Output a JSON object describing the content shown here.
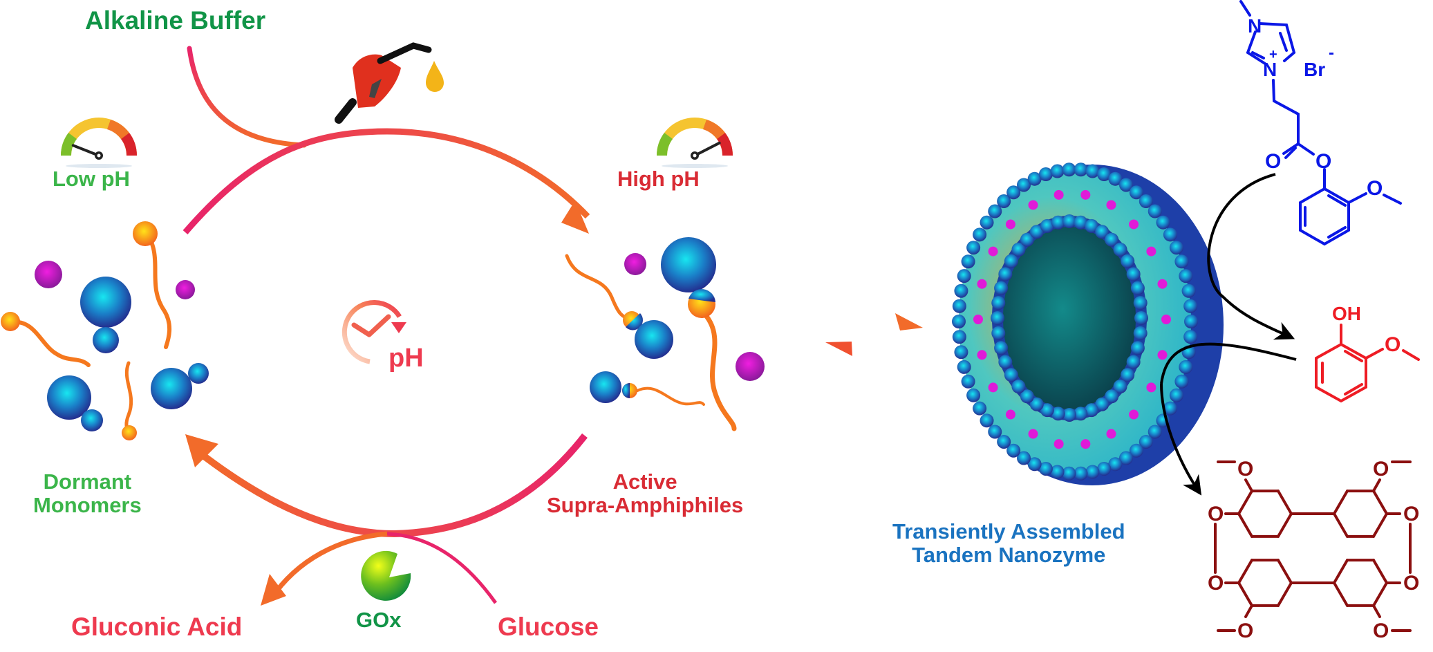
{
  "labels": {
    "alkaline_buffer": "Alkaline Buffer",
    "low_ph": "Low pH",
    "high_ph": "High pH",
    "dormant_line1": "Dormant",
    "dormant_line2": "Monomers",
    "active_line1": "Active",
    "active_line2": "Supra-Amphiphiles",
    "gluconic_acid": "Gluconic Acid",
    "gox": "GOx",
    "glucose": "Glucose",
    "center_ph": "pH",
    "nanozyme_line1": "Transiently Assembled",
    "nanozyme_line2": "Tandem Nanozyme"
  },
  "gauges": {
    "low_ph_level": 0.12,
    "high_ph_level": 0.85
  },
  "chemistry": {
    "monomer": {
      "atoms": {
        "n_methyl": "N",
        "n_plus": "N",
        "charge_plus": "+",
        "counterion": "Br",
        "charge_minus": "-",
        "o_carbonyl": "O",
        "o_ester": "O",
        "o_methoxy": "O"
      }
    },
    "guaiacol": {
      "atoms": {
        "oh": "OH",
        "o_methoxy": "O"
      }
    },
    "catalyst": {
      "atoms": {
        "o": "O"
      }
    }
  },
  "colors": {
    "green_label": "#119447",
    "light_green_label": "#3bb54a",
    "red_label": "#d92b34",
    "pink_label": "#ee3a4f",
    "blue_label": "#1a73c0",
    "monomer_blue": "#0a17e6",
    "guaiacol_red": "#ee1c24",
    "catalyst_maroon": "#8b0f0f",
    "arrow_orange": "#f26b2a",
    "arrow_pink": "#e8246a"
  }
}
